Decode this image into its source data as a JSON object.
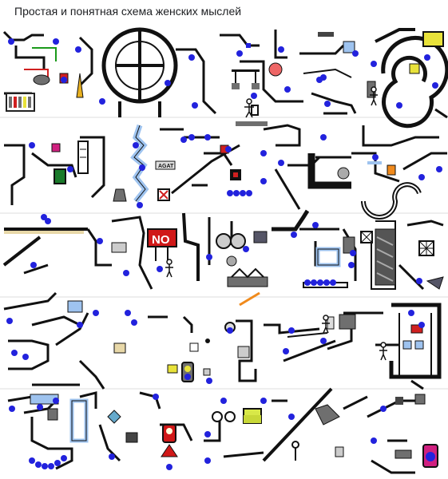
{
  "post": {
    "caption": "Простая и понятная схема женских мыслей"
  },
  "diagram": {
    "signs": {
      "no_sign": "NO",
      "agat_label": "AGAT"
    },
    "colors": {
      "line": "#111111",
      "node": "#2222dd",
      "pipe_blue": "#9ec3ef",
      "gray": "#6f6f6f",
      "no_sign": "#d01818",
      "yellow": "#e8e23a",
      "orange": "#f08a1c"
    }
  }
}
